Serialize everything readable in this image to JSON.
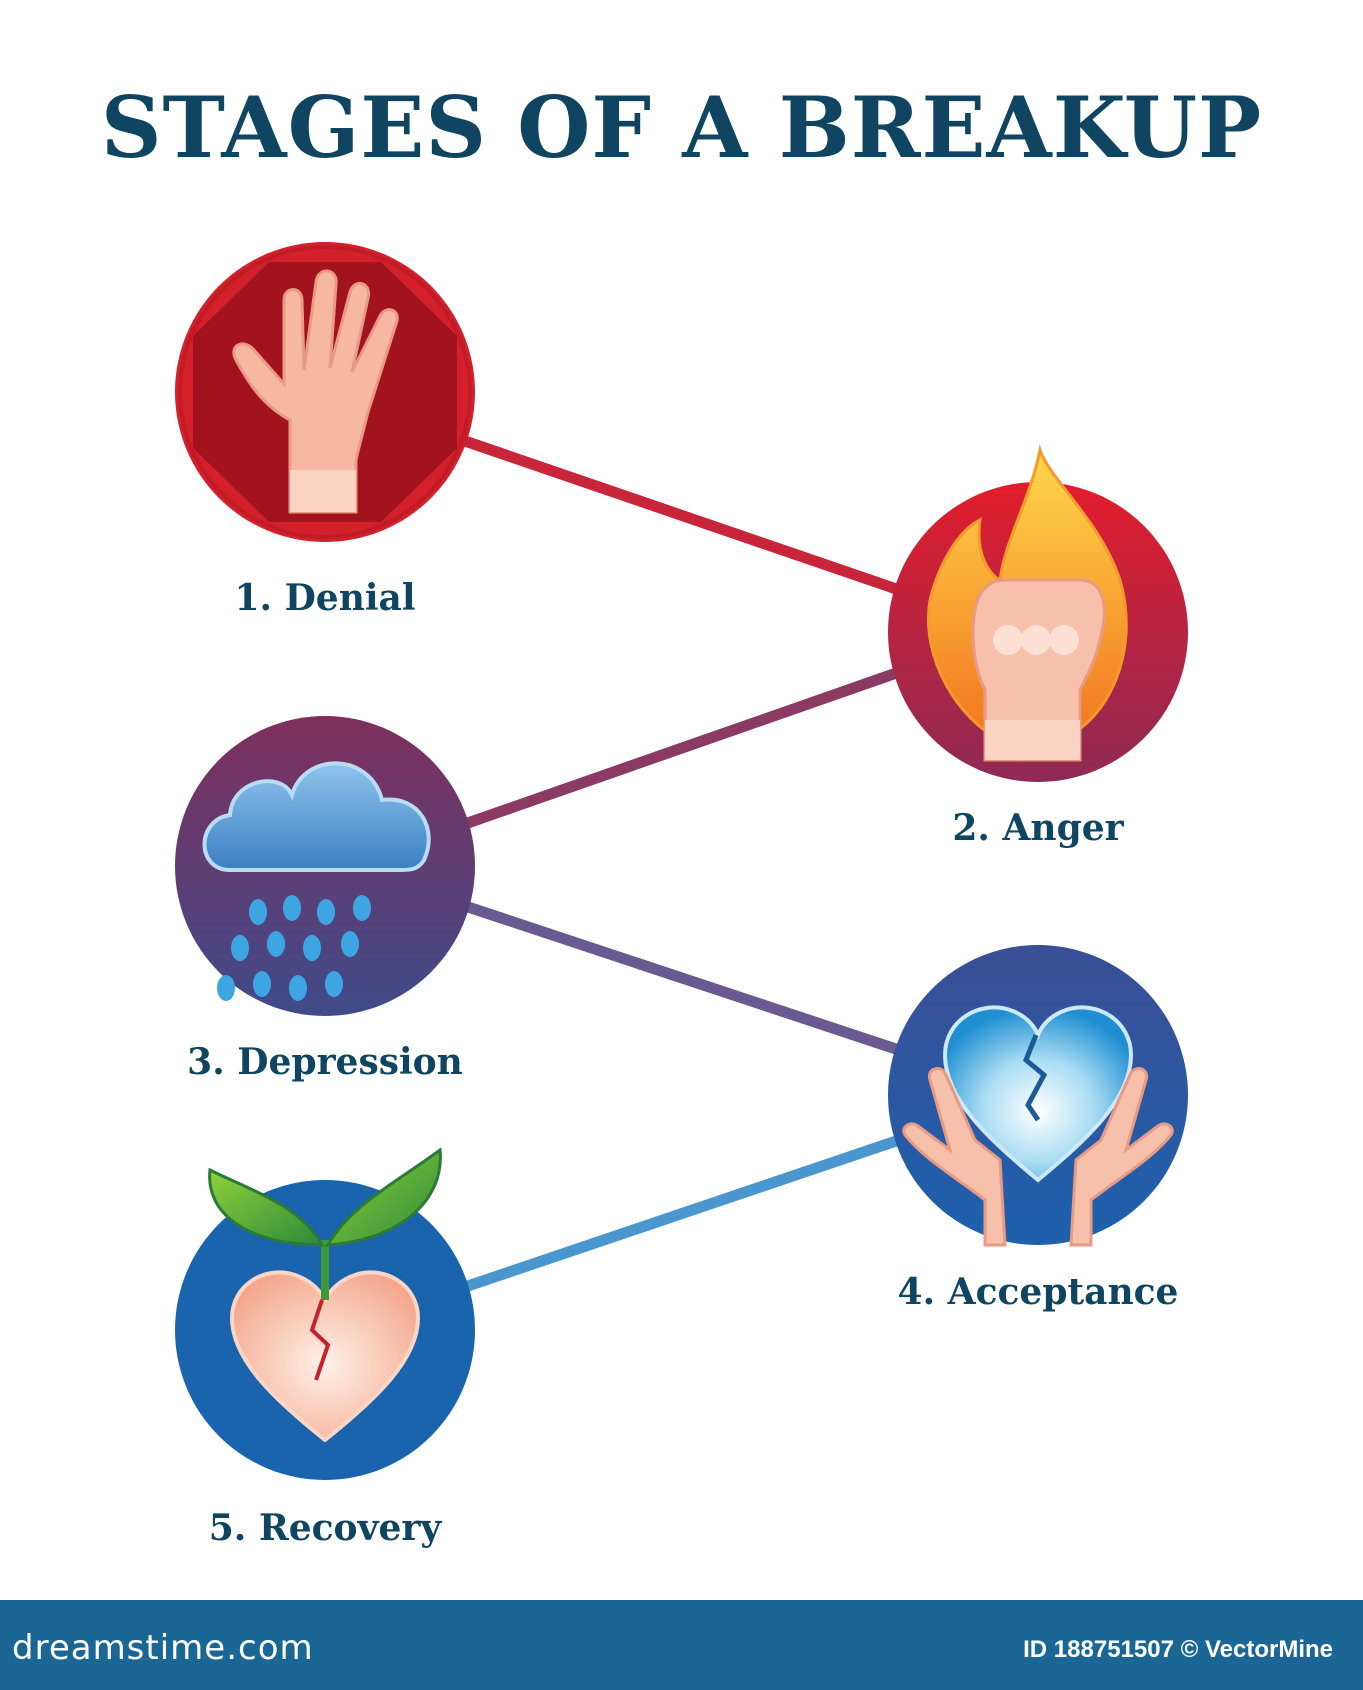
{
  "title": "STAGES OF A BREAKUP",
  "stages": [
    {
      "label": "1. Denial",
      "icon": "stop-hand-icon",
      "color": "#d4202a"
    },
    {
      "label": "2. Anger",
      "icon": "flaming-fist-icon",
      "color": "#d81f2d"
    },
    {
      "label": "3. Depression",
      "icon": "rain-cloud-icon",
      "color": "#5b3d72"
    },
    {
      "label": "4. Acceptance",
      "icon": "broken-heart-in-hands-icon",
      "color": "#2a58a6"
    },
    {
      "label": "5. Recovery",
      "icon": "sprouting-heart-icon",
      "color": "#1a63ad"
    }
  ],
  "footer": {
    "site": "dreamstime.com",
    "credit": "ID 188751507 © VectorMine"
  }
}
